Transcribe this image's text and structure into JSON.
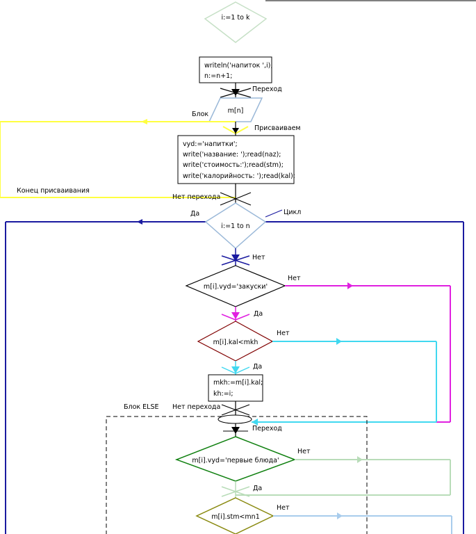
{
  "shapes": {
    "loop_top": "i:=1 to k",
    "writeln_block": [
      "writeln('напиток ',i);",
      "n:=n+1;"
    ],
    "io_block": "m[n]",
    "read_block": [
      "vyd:='напитки';",
      "write('название: ');read(naz);",
      "write('стоимость:');read(stm);",
      "write('калорийность: ');read(kal);"
    ],
    "loop_mid": "i:=1 to n",
    "cond_snacks": "m[i].vyd='закуски'",
    "cond_kal": "m[i].kal<mkh",
    "assign_block": [
      "mkh:=m[i].kal;",
      "kh:=i;"
    ],
    "cond_first": "m[i].vyd='первые блюда'",
    "cond_stm": "m[i].stm<mn1"
  },
  "labels": {
    "transition": "Переход",
    "block": "Блок",
    "assign": "Присваиваем",
    "end_assign": "Конец присваивания",
    "no_transition_1": "Нет перехода",
    "yes_1": "Да",
    "cycle": "Цикл",
    "no_1": "Нет",
    "no_2": "Нет",
    "yes_2": "Да",
    "no_3": "Нет",
    "yes_3": "Да",
    "else_block": "Блок ELSE",
    "no_transition_2": "Нет перехода",
    "transition_2": "Переход",
    "no_4": "Нет",
    "yes_4": "Да",
    "no_5": "Нет"
  },
  "colors": {
    "lightgreen": "#c6e0c6",
    "lightblue": "#9ab8d8",
    "yellow": "#ffff40",
    "navy": "#1a1aa0",
    "magenta": "#e020e0",
    "cyan": "#40d8f0",
    "maroon": "#800000",
    "green": "#108010",
    "olive": "#8a8a10",
    "paleGreen": "#b8dcb8",
    "paleBlue": "#a8ccec"
  }
}
